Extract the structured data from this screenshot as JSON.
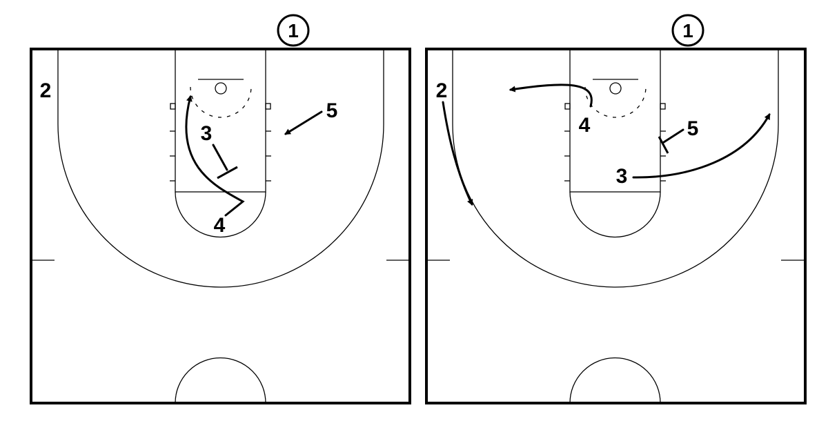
{
  "diagrams": [
    {
      "players": {
        "ball_handler": "1",
        "p2": "2",
        "p3": "3",
        "p4": "4",
        "p5": "5"
      }
    },
    {
      "players": {
        "ball_handler": "1",
        "p2": "2",
        "p3": "3",
        "p4": "4",
        "p5": "5"
      }
    }
  ]
}
